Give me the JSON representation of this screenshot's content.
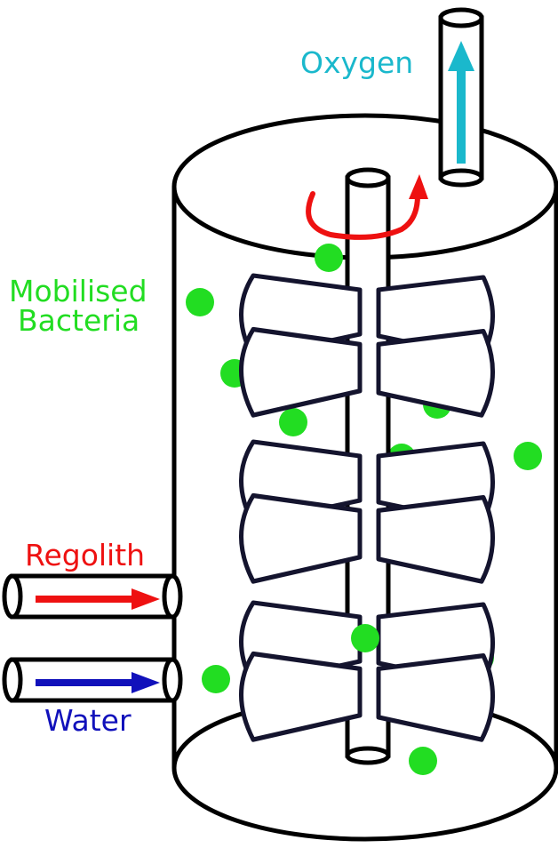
{
  "labels": {
    "oxygen": "Oxygen",
    "bacteria_line1": "Mobilised",
    "bacteria_line2": "Bacteria",
    "regolith": "Regolith",
    "water": "Water"
  },
  "colors": {
    "oxygen": "#1ab8cc",
    "bacteria": "#22dd22",
    "regolith": "#ee1111",
    "water": "#1111bb",
    "outline": "#000000",
    "blade_outline": "#14142e",
    "rotation_arrow": "#ee1111"
  },
  "icons": {
    "rotation": "rotation-arrow-icon",
    "oxygen_flow": "up-arrow-icon",
    "regolith_flow": "right-arrow-icon",
    "water_flow": "right-arrow-icon"
  }
}
